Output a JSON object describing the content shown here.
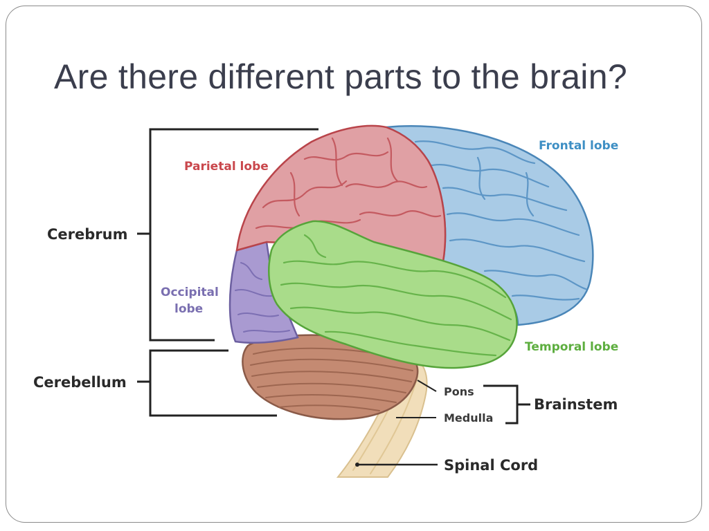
{
  "title": "Are there different parts to the brain?",
  "labels": {
    "cerebrum": "Cerebrum",
    "cerebellum": "Cerebellum",
    "parietal": "Parietal lobe",
    "frontal": "Frontal lobe",
    "occipital_line1": "Occipital",
    "occipital_line2": "lobe",
    "temporal": "Temporal lobe",
    "pons": "Pons",
    "medulla": "Medulla",
    "brainstem": "Brainstem",
    "spinal_cord": "Spinal Cord"
  },
  "colors": {
    "parietal": "#e0a0a4",
    "frontal": "#a9cbe6",
    "occipital": "#a99ad1",
    "temporal": "#a9dc8a",
    "cerebellum": "#c48a72",
    "brainstem": "#f1deba",
    "parietal_label": "#c9474c",
    "frontal_label": "#3e8fc4",
    "occipital_label": "#7a6fb0",
    "temporal_label": "#5dae3f"
  }
}
